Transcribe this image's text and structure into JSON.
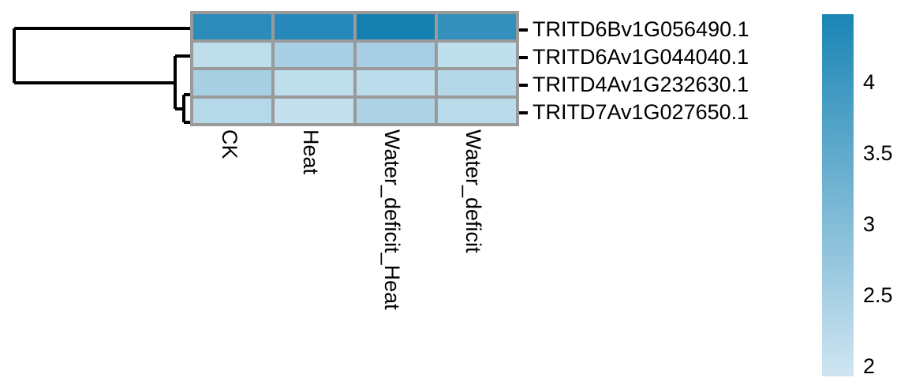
{
  "chart_data": {
    "type": "heatmap",
    "title": "",
    "xlabel": "",
    "ylabel": "",
    "categories": [
      "CK",
      "Heat",
      "Water_deficit_Heat",
      "Water_deficit"
    ],
    "rows": [
      "TRITD6Bv1G056490.1",
      "TRITD6Av1G044040.1",
      "TRITD4Av1G232630.1",
      "TRITD7Av1G027650.1"
    ],
    "values": [
      [
        3.95,
        3.95,
        4.3,
        3.9
      ],
      [
        2.05,
        2.45,
        2.45,
        2.05
      ],
      [
        2.4,
        2.1,
        2.15,
        2.25
      ],
      [
        2.2,
        2.05,
        2.3,
        2.15
      ]
    ],
    "cell_colors": [
      [
        "#2c8cb9",
        "#2689b9",
        "#1380b0",
        "#3390bc"
      ],
      [
        "#bedeeb",
        "#a8cfe3",
        "#a7cee3",
        "#bfdfec"
      ],
      [
        "#a9cfe3",
        "#bddeeb",
        "#bbdceb",
        "#b4d8e8"
      ],
      [
        "#b6d9e9",
        "#c2e0ed",
        "#aed2e5",
        "#badcea"
      ]
    ],
    "gridline_color": "#9a9a9a",
    "colorbar": {
      "ticks": [
        "4",
        "3.5",
        "3",
        "2.5",
        "2"
      ],
      "tick_values": [
        4,
        3.5,
        3,
        2.5,
        2
      ],
      "vmin": 1.88,
      "vmax": 4.42,
      "color_low": "#cfe5f1",
      "color_high": "#1a85b5",
      "position": "right",
      "orientation": "vertical"
    },
    "dendrogram": {
      "orientation": "left",
      "leaf_order": [
        0,
        1,
        2,
        3
      ],
      "description": "Row 1 separates at the root; rows 3 and 4 merge first, then join row 2."
    },
    "grid": true,
    "legend_position": "right"
  }
}
